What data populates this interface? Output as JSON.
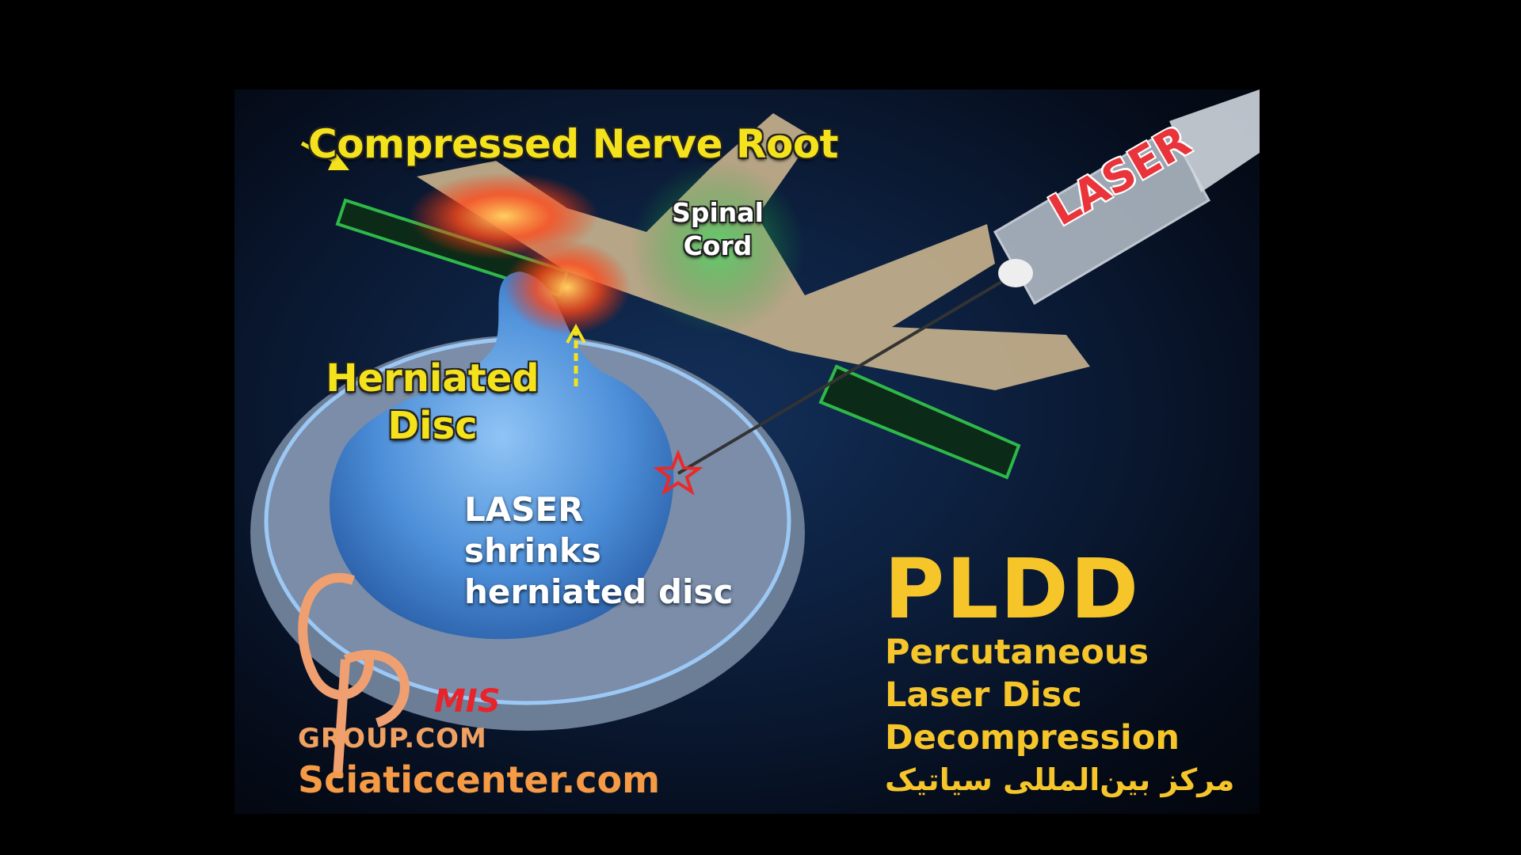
{
  "labels": {
    "compressed_nerve_root": "Compressed Nerve Root",
    "spinal_cord": [
      "Spinal",
      "Cord"
    ],
    "laser_device": "LASER",
    "herniated_disc": [
      "Herniated",
      "Disc"
    ],
    "laser_shrinks": [
      "LASER",
      "shrinks",
      "herniated disc"
    ]
  },
  "procedure": {
    "acronym": "PLDD",
    "full_name": [
      "Percutaneous",
      "Laser Disc",
      "Decompression"
    ],
    "arabic_center": "مرکز بین‌المللی سیاتیک"
  },
  "branding": {
    "logo_letters": "GP",
    "logo_mis": "MIS",
    "group_site": "GROUP.COM",
    "website": "Sciaticcenter.com"
  },
  "colors": {
    "label_yellow": "#f4e21c",
    "pldd_gold": "#f5c52a",
    "brand_orange": "#f59a45",
    "laser_red": "#e8343a"
  }
}
